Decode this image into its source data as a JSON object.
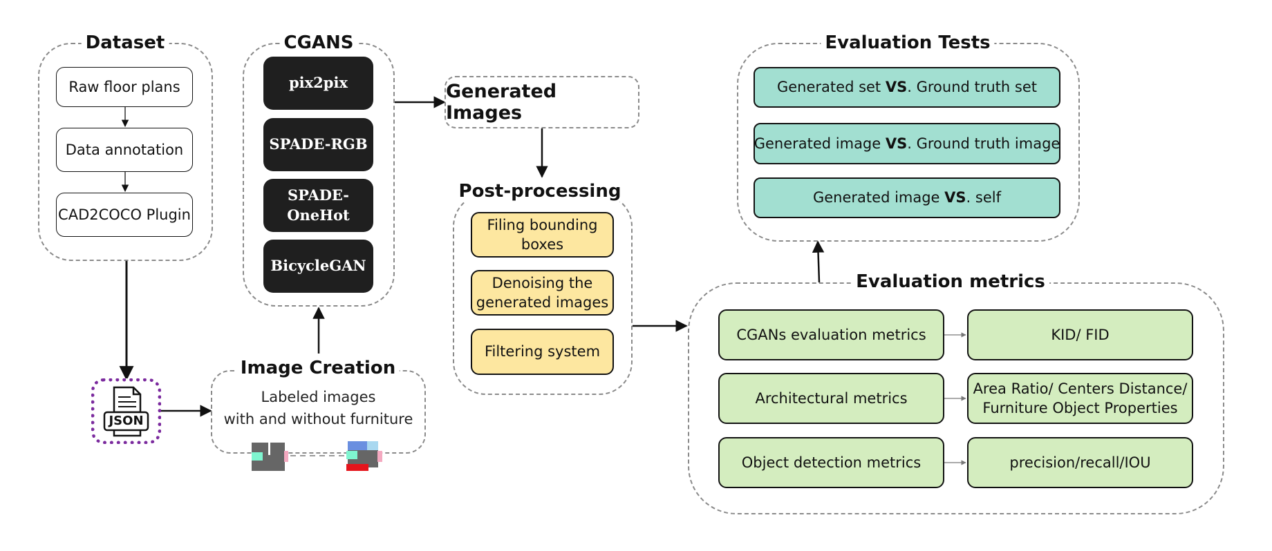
{
  "dataset": {
    "title": "Dataset",
    "items": [
      "Raw floor plans",
      "Data annotation",
      "CAD2COCO Plugin"
    ]
  },
  "json_icon": {
    "label": "JSON"
  },
  "cgans": {
    "title": "CGANS",
    "models": [
      "pix2pix",
      "SPADE-RGB",
      "SPADE-\nOneHot",
      "BicycleGAN"
    ]
  },
  "image_creation": {
    "title": "Image Creation",
    "line1": "Labeled images",
    "line2": "with and without furniture"
  },
  "generated_images": {
    "label": "Generated Images"
  },
  "post_processing": {
    "title": "Post-processing",
    "items": [
      "Filing bounding\nboxes",
      "Denoising the\ngenerated images",
      "Filtering system"
    ]
  },
  "evaluation_tests": {
    "title": "Evaluation Tests",
    "items": [
      {
        "left": "Generated set ",
        "vs": "VS",
        "right": ". Ground truth set"
      },
      {
        "left": "Generated image ",
        "vs": "VS",
        "right": ". Ground truth image"
      },
      {
        "left": "Generated image ",
        "vs": "VS",
        "right": ". self"
      }
    ]
  },
  "evaluation_metrics": {
    "title": "Evaluation metrics",
    "rows": [
      {
        "metric": "CGANs evaluation metrics",
        "result": "KID/ FID"
      },
      {
        "metric": "Architectural metrics",
        "result": "Area Ratio/ Centers Distance/\nFurniture Object Properties"
      },
      {
        "metric": "Object detection metrics",
        "result": "precision/recall/IOU"
      }
    ]
  },
  "colors": {
    "dark_box": "#1f1f1f",
    "yellow_box": "#fde7a0",
    "teal_box": "#a2dfd1",
    "green_box": "#d4edbf",
    "json_border": "#7b2a9e",
    "dashed_border": "#8a8a8a"
  }
}
